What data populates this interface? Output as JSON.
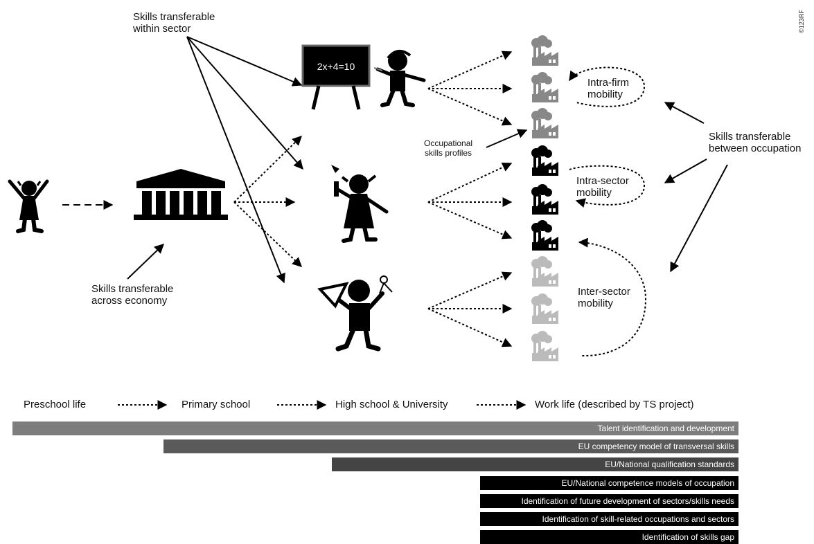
{
  "watermark": "©123RF",
  "blackboard_equation": "2x+4=10",
  "labels": {
    "within_sector": [
      "Skills transferable",
      "within sector"
    ],
    "across_economy": [
      "Skills transferable",
      "across economy"
    ],
    "between_occupation": [
      "Skills transferable",
      "between occupation"
    ],
    "occupational_profiles": [
      "Occupational",
      "skills profiles"
    ],
    "intra_firm": [
      "Intra-firm",
      "mobility"
    ],
    "intra_sector": [
      "Intra-sector",
      "mobility"
    ],
    "inter_sector": [
      "Inter-sector",
      "mobility"
    ]
  },
  "stages": [
    "Preschool life",
    "Primary school",
    "High school & University",
    "Work life (described by TS project)"
  ],
  "bars": [
    {
      "label": "Talent identification and development",
      "color": "#7d7d7d"
    },
    {
      "label": "EU competency model of transversal skills",
      "color": "#5a5a5a"
    },
    {
      "label": "EU/National qualification standards",
      "color": "#444444"
    },
    {
      "label": "EU/National competence models of occupation",
      "color": "#000000"
    },
    {
      "label": "Identification of future development of sectors/skills needs",
      "color": "#000000"
    },
    {
      "label": "Identification of skill-related occupations and sectors",
      "color": "#000000"
    },
    {
      "label": "Identification of skills gap",
      "color": "#000000"
    }
  ],
  "colors": {
    "sector_1": "#888888",
    "sector_2": "#000000",
    "sector_3": "#bbbbbb"
  }
}
